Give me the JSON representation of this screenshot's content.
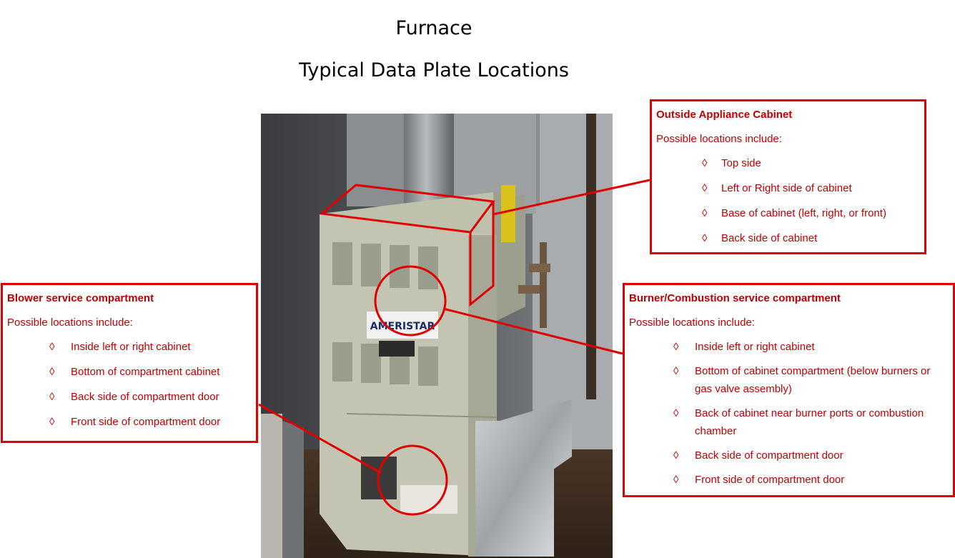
{
  "title": "Furnace",
  "subtitle": "Typical Data Plate Locations",
  "bullet_symbol": "◊",
  "logo_text": "AMERISTAR",
  "colors": {
    "callout": "#e00000",
    "callout_text": "#c00000"
  },
  "outside_cabinet": {
    "heading": "Outside Appliance Cabinet",
    "intro": "Possible locations include:",
    "items": [
      "Top side",
      "Left or Right side of cabinet",
      "Base of cabinet (left, right, or front)",
      "Back side of cabinet"
    ]
  },
  "blower": {
    "heading": "Blower service compartment",
    "intro": "Possible locations include:",
    "items": [
      "Inside left or right cabinet",
      "Bottom of compartment cabinet",
      "Back side of compartment door",
      "Front side of compartment door"
    ]
  },
  "burner": {
    "heading": "Burner/Combustion service compartment",
    "intro": "Possible locations include:",
    "items": [
      "Inside left or right cabinet",
      "Bottom of cabinet compartment (below burners or gas valve assembly)",
      "Back of cabinet near burner ports or combustion chamber",
      "Back side of compartment door",
      "Front side of compartment door"
    ]
  }
}
